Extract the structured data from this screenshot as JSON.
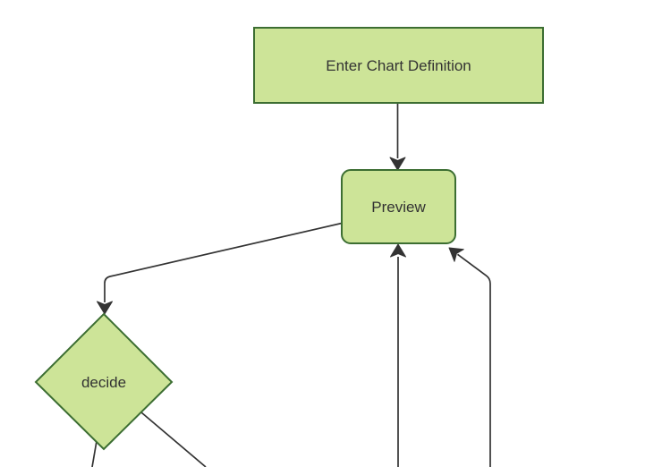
{
  "diagram": {
    "type": "flowchart",
    "nodes": [
      {
        "label": "Enter Chart Definition",
        "shape": "rectangle"
      },
      {
        "label": "Preview",
        "shape": "rounded-rectangle"
      },
      {
        "label": "decide",
        "shape": "diamond"
      }
    ],
    "edges": [
      {
        "from": "Enter Chart Definition",
        "to": "Preview",
        "arrow": true
      },
      {
        "from": "Preview",
        "to": "decide",
        "arrow": true
      },
      {
        "from": "decide",
        "to": "offscreen-bottom-left",
        "arrow": false
      },
      {
        "from": "decide",
        "to": "offscreen-bottom-right",
        "arrow": false
      },
      {
        "from": "offscreen-bottom",
        "to": "Preview",
        "arrow": true
      },
      {
        "from": "offscreen-bottom-right",
        "to": "Preview",
        "arrow": true
      }
    ],
    "colors": {
      "node_fill": "#cde498",
      "node_border": "#3c6e32",
      "edge_line": "#333333",
      "arrowhead": "#333333",
      "label_text": "#333333",
      "background": "#ffffff"
    }
  }
}
